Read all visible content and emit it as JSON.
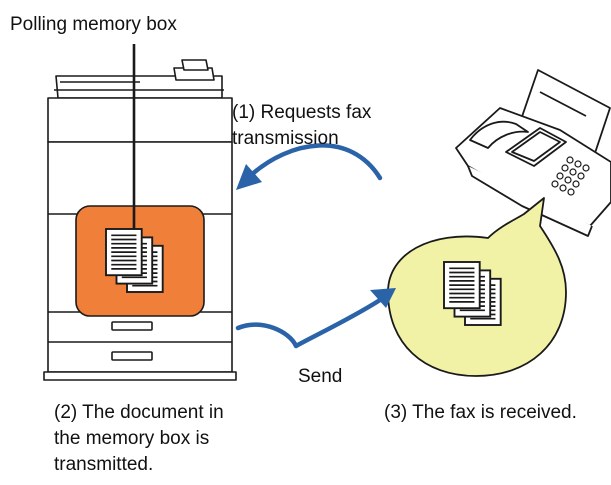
{
  "labels": {
    "polling_box": "Polling memory box",
    "request": [
      "(1) Requests fax",
      "transmission"
    ],
    "send": "Send",
    "transmitted": [
      "(2) The document in",
      "the memory box is",
      "transmitted."
    ],
    "received": "(3) The fax is received."
  },
  "colors": {
    "memory_box_fill": "#f07f3a",
    "received_circle_fill": "#f1f2a6",
    "arrow": "#2a63a8",
    "outline": "#1a1a1a"
  },
  "icons": {
    "copier": "multifunction-printer-icon",
    "fax": "fax-machine-icon",
    "document": "document-stack-icon",
    "arrow": "curved-arrow-icon"
  }
}
